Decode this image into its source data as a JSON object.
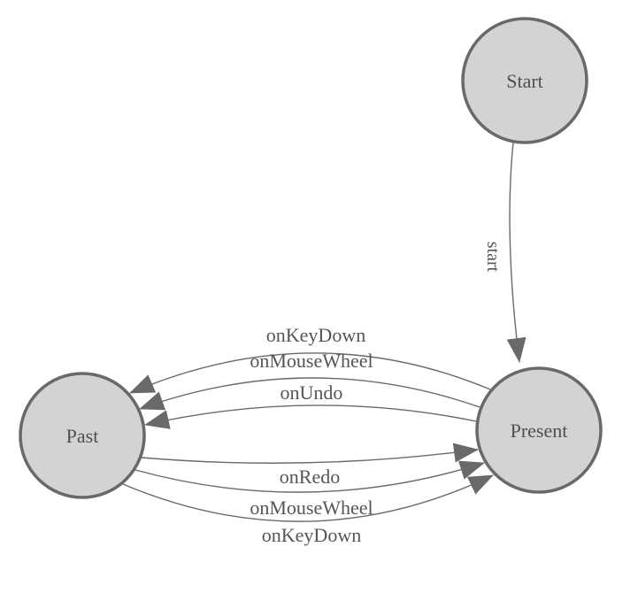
{
  "diagram": {
    "kind": "state-machine",
    "colors": {
      "background": "#ffffff",
      "node_fill": "#d3d3d3",
      "node_stroke": "#696969",
      "edge_stroke": "#696969",
      "arrow_fill": "#696969",
      "label_text": "#555555"
    },
    "nodes": [
      {
        "id": "start",
        "label": "Start"
      },
      {
        "id": "past",
        "label": "Past"
      },
      {
        "id": "present",
        "label": "Present"
      }
    ],
    "edges": [
      {
        "from": "start",
        "to": "present",
        "label": "start"
      },
      {
        "from": "present",
        "to": "past",
        "label": "onKeyDown"
      },
      {
        "from": "present",
        "to": "past",
        "label": "onMouseWheel"
      },
      {
        "from": "present",
        "to": "past",
        "label": "onUndo"
      },
      {
        "from": "past",
        "to": "present",
        "label": "onRedo"
      },
      {
        "from": "past",
        "to": "present",
        "label": "onMouseWheel"
      },
      {
        "from": "past",
        "to": "present",
        "label": "onKeyDown"
      }
    ]
  }
}
